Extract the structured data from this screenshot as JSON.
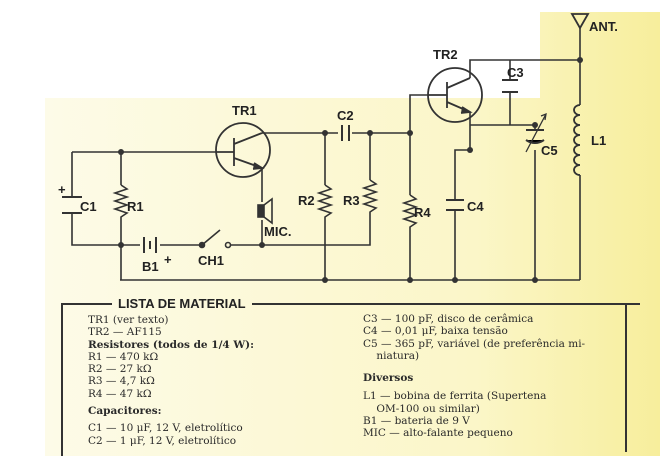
{
  "schematic": {
    "labels": {
      "tr1": "TR1",
      "tr2": "TR2",
      "c1": "C1",
      "c2": "C2",
      "c3": "C3",
      "c4": "C4",
      "c5": "C5",
      "r1": "R1",
      "r2": "R2",
      "r3": "R3",
      "r4": "R4",
      "l1": "L1",
      "b1": "B1",
      "ch1": "CH1",
      "mic": "MIC.",
      "ant": "ANT.",
      "plus": "+"
    }
  },
  "material_list": {
    "title": "LISTA DE MATERIAL",
    "left": [
      "TR1 (ver texto)",
      "TR2 — AF115",
      "Resistores (todos de 1/4 W):",
      "R1 — 470 kΩ",
      "R2 — 27 kΩ",
      "R3 — 4,7 kΩ",
      "R4 — 47 kΩ",
      "Capacitores:",
      "C1 — 10 μF, 12 V, eletrolítico",
      "C2 — 1 μF, 12 V, eletrolítico"
    ],
    "right": [
      "C3 — 100 pF, disco de cerâmica",
      "C4 — 0,01 μF, baixa tensão",
      "C5 — 365 pF, variável (de preferência mi-",
      "    niatura)",
      "Diversos",
      "L1 — bobina de ferrita (Supertena",
      "    OM-100 ou similar)",
      "B1 — bateria de 9 V",
      "MIC — alto-falante pequeno"
    ]
  }
}
